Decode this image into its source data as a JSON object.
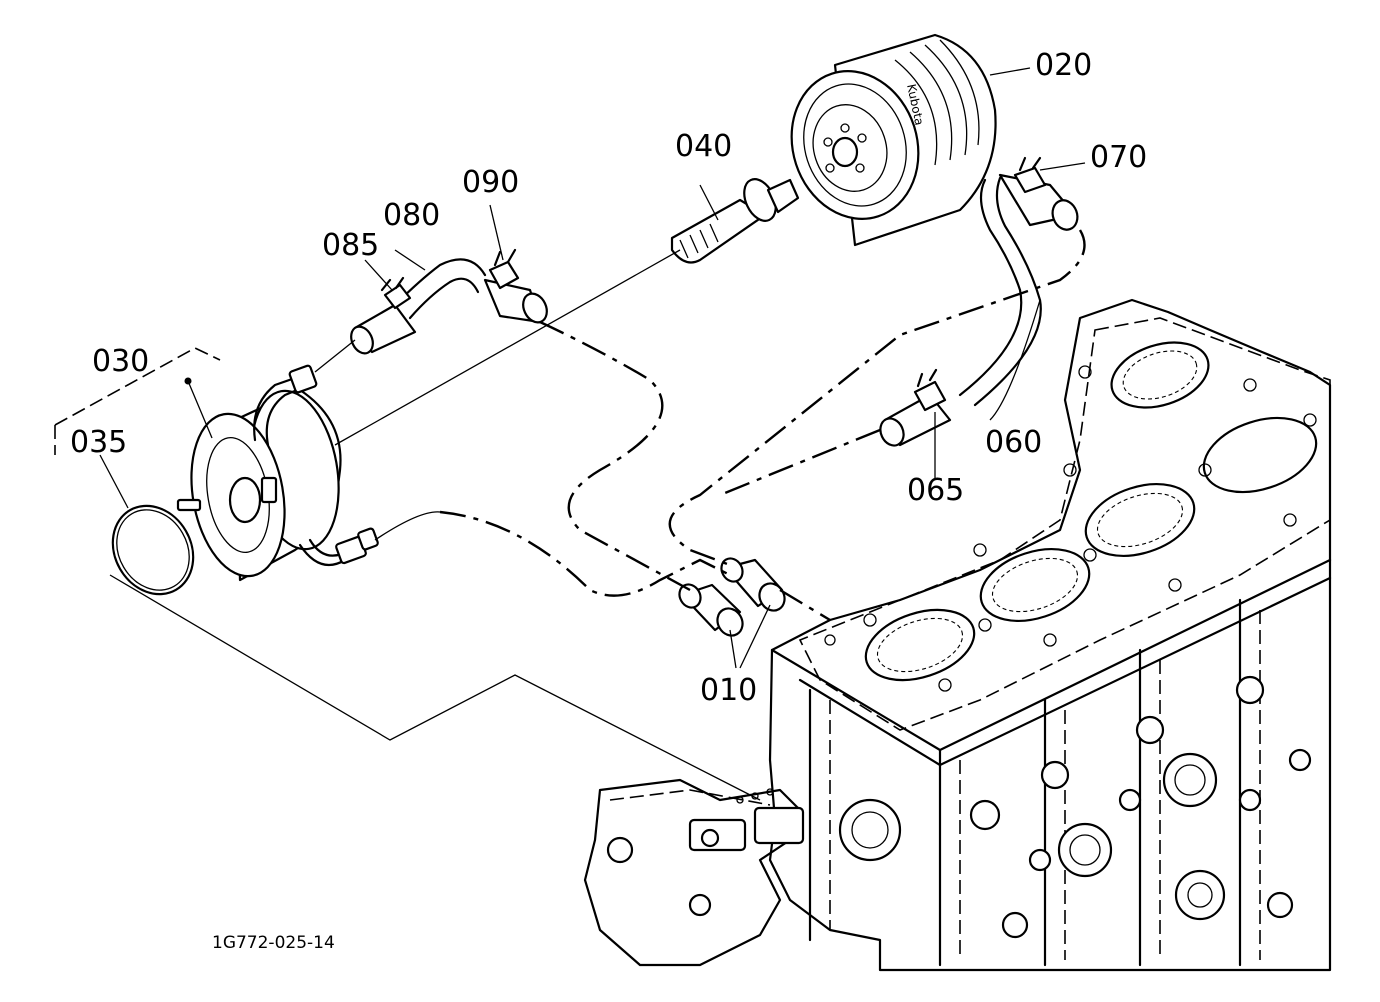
{
  "callouts": {
    "p010": "010",
    "p020": "020",
    "p030": "030",
    "p035": "035",
    "p040": "040",
    "p060": "060",
    "p065": "065",
    "p070": "070",
    "p080": "080",
    "p085": "085",
    "p090": "090"
  },
  "filter_brand": "Kubota",
  "drawing_number": "1G772-025-14"
}
